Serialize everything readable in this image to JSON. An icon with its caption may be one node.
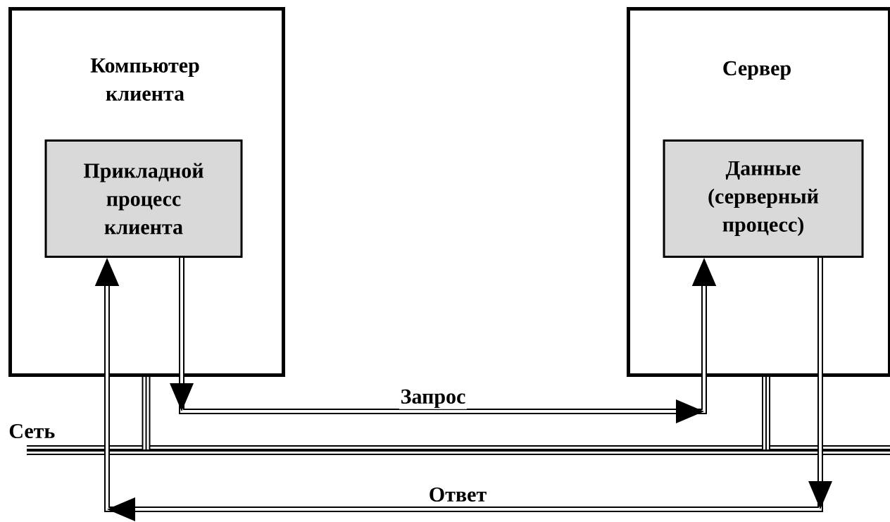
{
  "diagram": {
    "nodes": [
      {
        "text": [
          "Компьютер клиента"
        ]
      },
      {
        "text": [
          "Прикладной процесс клиента"
        ],
        "in": 0
      },
      {
        "text": [
          "Сервер"
        ]
      },
      {
        "text": [
          "Данные (серверный процесс)"
        ],
        "in": 2
      }
    ],
    "edges": [
      {
        "from": 1,
        "to": 3,
        "arrow": "to",
        "label": "Запрос"
      },
      {
        "from": 3,
        "to": 1,
        "arrow": "to",
        "label": "Ответ"
      },
      {
        "from": 0,
        "to": null,
        "arrow": "none"
      },
      {
        "from": 2,
        "to": null,
        "arrow": "none"
      }
    ],
    "labels": [
      "Сеть"
    ]
  }
}
